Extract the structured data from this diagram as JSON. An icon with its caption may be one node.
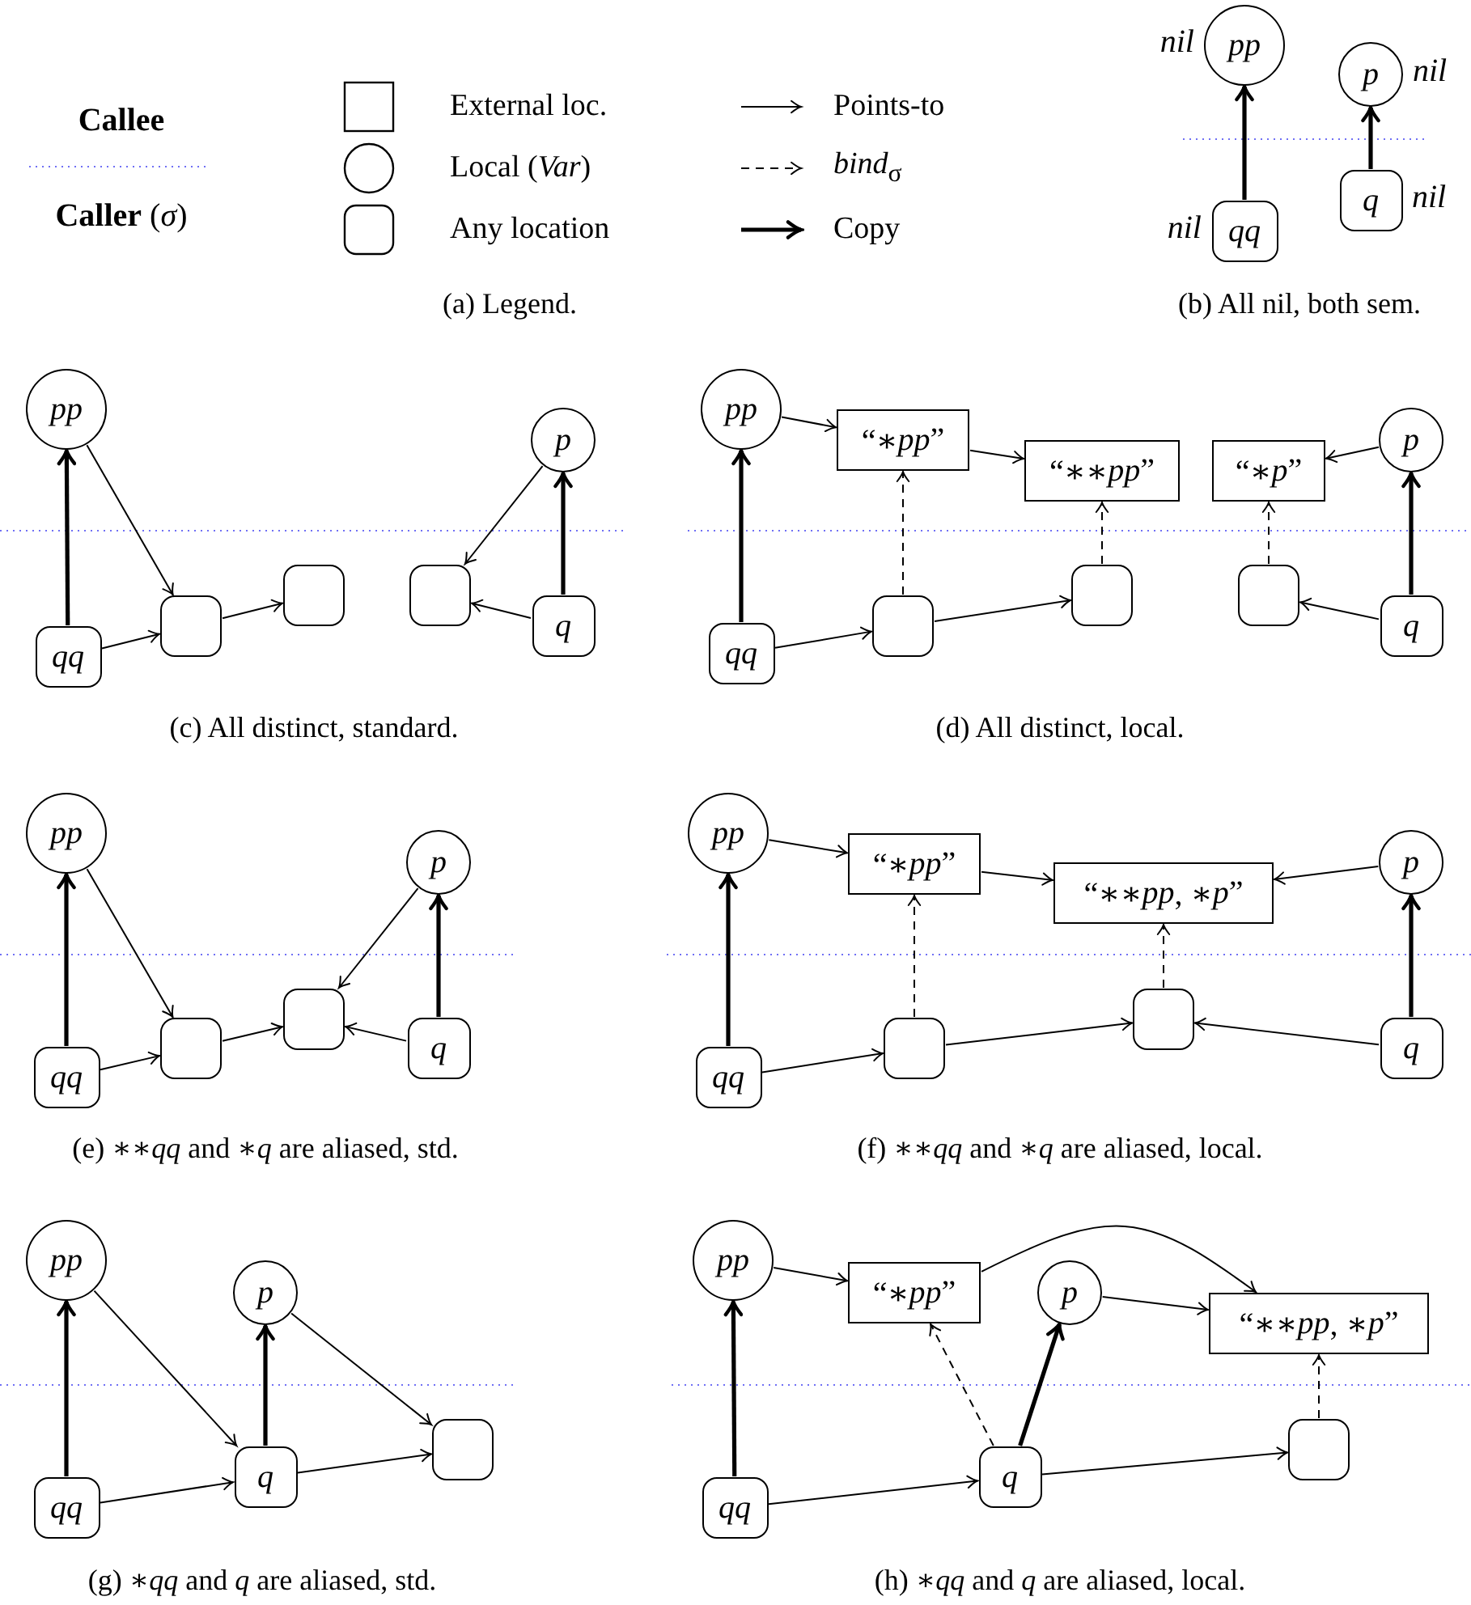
{
  "diagram": {
    "nodes": [
      {
        "text": [
          "pp"
        ],
        "beside": [
          "nil"
        ]
      },
      {
        "text": [
          "p"
        ],
        "beside": [
          "nil"
        ]
      },
      {
        "text": [
          "qq"
        ],
        "beside": [
          "nil"
        ]
      },
      {
        "text": [
          "q"
        ],
        "beside": [
          "nil"
        ]
      },
      {
        "text": [
          "pp"
        ]
      },
      {
        "text": [
          "p"
        ]
      },
      {
        "text": [
          "qq"
        ]
      },
      {
        "text": [],
        "shape": "box"
      },
      {
        "text": [],
        "shape": "box"
      },
      {
        "text": [],
        "shape": "box"
      },
      {
        "text": [
          "q"
        ]
      },
      {
        "text": [
          "pp"
        ]
      },
      {
        "text": [
          "“∗*pp*”"
        ]
      },
      {
        "text": [
          "“∗∗*pp*”"
        ]
      },
      {
        "text": [
          "“∗*p*”"
        ]
      },
      {
        "text": [
          "p"
        ]
      },
      {
        "text": [
          "qq"
        ]
      },
      {
        "text": [],
        "shape": "box"
      },
      {
        "text": [],
        "shape": "box"
      },
      {
        "text": [],
        "shape": "box"
      },
      {
        "text": [
          "q"
        ]
      },
      {
        "text": [
          "pp"
        ]
      },
      {
        "text": [
          "p"
        ]
      },
      {
        "text": [
          "qq"
        ]
      },
      {
        "text": [],
        "shape": "box"
      },
      {
        "text": [],
        "shape": "box"
      },
      {
        "text": [
          "q"
        ]
      },
      {
        "text": [
          "pp"
        ]
      },
      {
        "text": [
          "“∗*pp*”"
        ]
      },
      {
        "text": [
          "“∗∗*pp*, ∗*p*”"
        ]
      },
      {
        "text": [
          "p"
        ]
      },
      {
        "text": [
          "qq"
        ]
      },
      {
        "text": [],
        "shape": "box"
      },
      {
        "text": [],
        "shape": "box"
      },
      {
        "text": [
          "q"
        ]
      },
      {
        "text": [
          "pp"
        ]
      },
      {
        "text": [
          "p"
        ]
      },
      {
        "text": [
          "qq"
        ]
      },
      {
        "text": [
          "q"
        ]
      },
      {
        "text": [],
        "shape": "box"
      },
      {
        "text": [
          "pp"
        ]
      },
      {
        "text": [
          "“∗*pp*”"
        ]
      },
      {
        "text": [
          "p"
        ]
      },
      {
        "text": [
          "“∗∗*pp*, ∗*p*”"
        ]
      },
      {
        "text": [
          "qq"
        ]
      },
      {
        "text": [
          "q"
        ]
      },
      {
        "text": [],
        "shape": "box"
      }
    ],
    "edges": [
      {
        "from": 2,
        "to": 0,
        "arrow": "to",
        "style": "thick"
      },
      {
        "from": 3,
        "to": 1,
        "arrow": "to",
        "style": "thick"
      },
      {
        "from": 6,
        "to": 4,
        "arrow": "to",
        "style": "thick"
      },
      {
        "from": 4,
        "to": 7,
        "arrow": "to"
      },
      {
        "from": 6,
        "to": 7,
        "arrow": "to"
      },
      {
        "from": 7,
        "to": 8,
        "arrow": "to"
      },
      {
        "from": 10,
        "to": 5,
        "arrow": "to",
        "style": "thick"
      },
      {
        "from": 5,
        "to": 9,
        "arrow": "to"
      },
      {
        "from": 10,
        "to": 9,
        "arrow": "to"
      },
      {
        "from": 16,
        "to": 11,
        "arrow": "to",
        "style": "thick"
      },
      {
        "from": 11,
        "to": 12,
        "arrow": "to"
      },
      {
        "from": 12,
        "to": 13,
        "arrow": "to"
      },
      {
        "from": 16,
        "to": 17,
        "arrow": "to"
      },
      {
        "from": 17,
        "to": 18,
        "arrow": "to"
      },
      {
        "from": 17,
        "to": 12,
        "arrow": "to",
        "style": "dashed"
      },
      {
        "from": 18,
        "to": 13,
        "arrow": "to",
        "style": "dashed"
      },
      {
        "from": 15,
        "to": 14,
        "arrow": "to"
      },
      {
        "from": 20,
        "to": 15,
        "arrow": "to",
        "style": "thick"
      },
      {
        "from": 20,
        "to": 19,
        "arrow": "to"
      },
      {
        "from": 19,
        "to": 14,
        "arrow": "to",
        "style": "dashed"
      },
      {
        "from": 23,
        "to": 21,
        "arrow": "to",
        "style": "thick"
      },
      {
        "from": 21,
        "to": 24,
        "arrow": "to"
      },
      {
        "from": 23,
        "to": 24,
        "arrow": "to"
      },
      {
        "from": 24,
        "to": 25,
        "arrow": "to"
      },
      {
        "from": 26,
        "to": 25,
        "arrow": "to"
      },
      {
        "from": 22,
        "to": 25,
        "arrow": "to"
      },
      {
        "from": 26,
        "to": 22,
        "arrow": "to",
        "style": "thick"
      },
      {
        "from": 31,
        "to": 27,
        "arrow": "to",
        "style": "thick"
      },
      {
        "from": 27,
        "to": 28,
        "arrow": "to"
      },
      {
        "from": 28,
        "to": 29,
        "arrow": "to"
      },
      {
        "from": 30,
        "to": 29,
        "arrow": "to"
      },
      {
        "from": 31,
        "to": 32,
        "arrow": "to"
      },
      {
        "from": 32,
        "to": 33,
        "arrow": "to"
      },
      {
        "from": 34,
        "to": 33,
        "arrow": "to"
      },
      {
        "from": 32,
        "to": 28,
        "arrow": "to",
        "style": "dashed"
      },
      {
        "from": 33,
        "to": 29,
        "arrow": "to",
        "style": "dashed"
      },
      {
        "from": 34,
        "to": 30,
        "arrow": "to",
        "style": "thick"
      },
      {
        "from": 37,
        "to": 35,
        "arrow": "to",
        "style": "thick"
      },
      {
        "from": 35,
        "to": 38,
        "arrow": "to"
      },
      {
        "from": 37,
        "to": 38,
        "arrow": "to"
      },
      {
        "from": 38,
        "to": 36,
        "arrow": "to",
        "style": "thick"
      },
      {
        "from": 36,
        "to": 39,
        "arrow": "to"
      },
      {
        "from": 38,
        "to": 39,
        "arrow": "to"
      },
      {
        "from": 44,
        "to": 40,
        "arrow": "to",
        "style": "thick"
      },
      {
        "from": 40,
        "to": 41,
        "arrow": "to"
      },
      {
        "from": 41,
        "to": 43,
        "arrow": "to"
      },
      {
        "from": 42,
        "to": 43,
        "arrow": "to"
      },
      {
        "from": 44,
        "to": 45,
        "arrow": "to"
      },
      {
        "from": 45,
        "to": 46,
        "arrow": "to"
      },
      {
        "from": 45,
        "to": 41,
        "arrow": "to",
        "style": "dashed"
      },
      {
        "from": 45,
        "to": 42,
        "arrow": "to",
        "style": "thick"
      },
      {
        "from": 46,
        "to": 43,
        "arrow": "to",
        "style": "dashed"
      }
    ],
    "labels": [
      "Callee",
      "**Caller** (*σ*)",
      "(a) Legend.",
      "(b) All nil, both sem.",
      "(c) All distinct, standard.",
      "(d) All distinct, local.",
      "(e) ∗∗*qq* and ∗*q* are aliased, std.",
      "(f) ∗∗*qq* and ∗*q* are aliased, local.",
      "(g) ∗*qq* and *q* are aliased, std.",
      "(h) ∗*qq* and *q* are aliased, local."
    ],
    "legend": [
      {
        "text": "External loc."
      },
      {
        "text": "Local (*Var*)"
      },
      {
        "text": "Any location"
      },
      {
        "text": "Points-to"
      },
      {
        "text": "*bind*$_{σ}$"
      },
      {
        "text": "Copy"
      }
    ]
  }
}
